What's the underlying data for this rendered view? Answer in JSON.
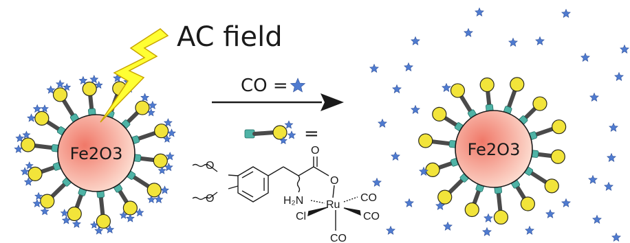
{
  "labels": {
    "ac_field": "AC field",
    "co_prefix": "CO =",
    "equals": "=",
    "core_left": "Fe2O3",
    "core_right": "Fe2O3"
  },
  "ligand": {
    "O": "O",
    "H2N": "H₂N",
    "Ru": "Ru",
    "Cl": "Cl",
    "CO": "CO"
  },
  "colors": {
    "core_gradient_left": "#f07868",
    "core_gradient_right": "#fde0d4",
    "sphere": "#f2e43a",
    "sphere_stroke": "#2a2a1a",
    "linker": "#4fb3a6",
    "stalk": "#4a4a4a",
    "co_star": "#4f7bd0",
    "bolt_fill": "#ffff33",
    "bolt_stroke": "#c8a400",
    "arrow": "#1a1a1a"
  }
}
